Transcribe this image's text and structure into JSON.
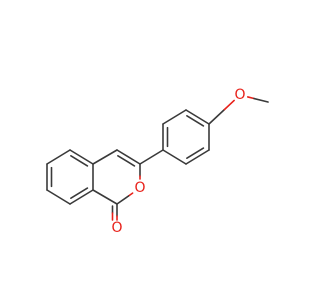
{
  "molecule": {
    "atom_labels": {
      "ring_oxygen": "O",
      "carbonyl_oxygen": "O",
      "methoxy_oxygen": "O"
    },
    "colors": {
      "bond": "#3a3a3a",
      "oxygen": "#e8211a",
      "background": "#ffffff"
    }
  }
}
